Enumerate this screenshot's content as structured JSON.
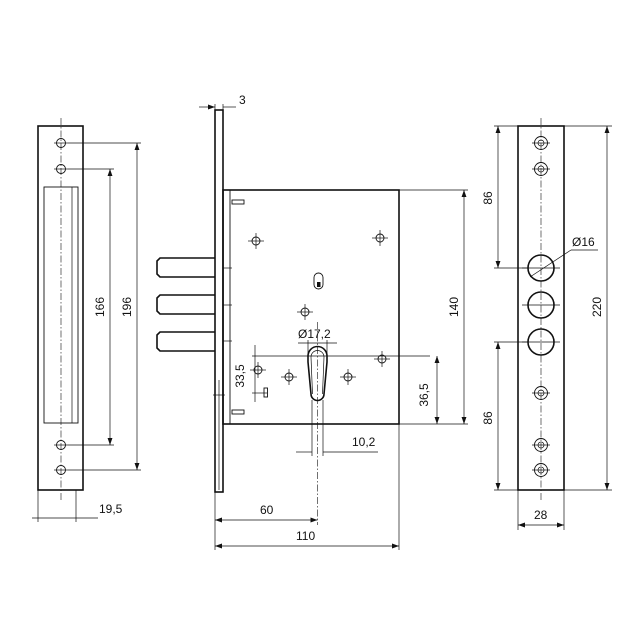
{
  "dimensions": {
    "backset_offset": "3",
    "strike_width": "19,5",
    "strike_inner_spacing": "166",
    "strike_outer_spacing": "196",
    "case_height": "140",
    "cylinder_diameter": "Ø17,2",
    "cylinder_offset": "33,5",
    "cylinder_to_bottom": "36,5",
    "cylinder_width": "10,2",
    "backset": "60",
    "case_depth": "110",
    "faceplate_top_spacing": "86",
    "faceplate_bottom_spacing": "86",
    "bolt_hole_diameter": "Ø16",
    "faceplate_length": "220",
    "faceplate_width": "28"
  }
}
